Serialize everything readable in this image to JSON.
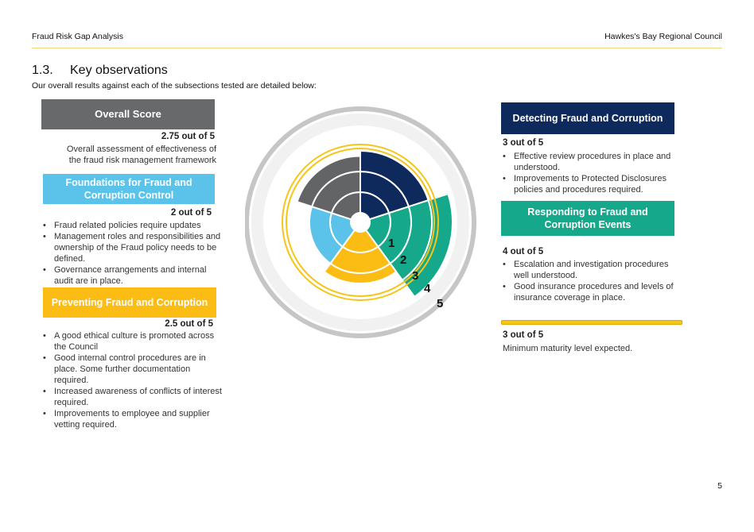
{
  "header": {
    "left": "Fraud Risk Gap Analysis",
    "right": "Hawkes's Bay Regional Council"
  },
  "section": {
    "number": "1.3.",
    "title": "Key observations"
  },
  "intro": "Our overall results against each of the subsections tested are detailed below:",
  "overall": {
    "title": "Overall Score",
    "score": "2.75 out of 5",
    "desc": [
      "Overall assessment of effectiveness of",
      "the fraud risk management framework"
    ]
  },
  "foundations": {
    "title": "Foundations for Fraud and Corruption Control",
    "score": "2 out of 5",
    "bullets": [
      "Fraud related policies require updates",
      "Management roles and responsibilities and ownership of the Fraud policy needs to be defined.",
      "Governance arrangements and internal audit are in place."
    ]
  },
  "preventing": {
    "title": "Preventing Fraud and Corruption",
    "score": "2.5 out of 5",
    "bullets": [
      "A good ethical culture is promoted across the Council",
      "Good internal control procedures are in place. Some further documentation required.",
      "Increased awareness of conflicts of interest required.",
      "Improvements to employee and supplier vetting required."
    ]
  },
  "detecting": {
    "title": "Detecting Fraud and Corruption",
    "score": "3 out of 5",
    "bullets": [
      "Effective review procedures in place and understood.",
      "Improvements to Protected Disclosures policies and procedures required."
    ]
  },
  "responding": {
    "title": "Responding to Fraud and Corruption Events",
    "score": "4 out of 5",
    "bullets": [
      "Escalation and investigation procedures well understood.",
      "Good insurance procedures and levels of insurance coverage in place."
    ]
  },
  "minimum": {
    "score": "3 out of 5",
    "desc": "Minimum maturity level expected."
  },
  "chart": {
    "ring_labels": [
      "1",
      "2",
      "3",
      "4",
      "5"
    ],
    "segments": [
      {
        "name": "detecting",
        "value": 3,
        "color": "#0e2a5c"
      },
      {
        "name": "responding",
        "value": 4,
        "color": "#16a88a"
      },
      {
        "name": "preventing",
        "value": 2.5,
        "color": "#fbbc14"
      },
      {
        "name": "foundations",
        "value": 2,
        "color": "#5bc2ea"
      },
      {
        "name": "overall",
        "value": 2.75,
        "color": "#636466"
      }
    ],
    "minimum_level": 3
  },
  "page_number": "5",
  "colors": {
    "overall": "#67696b",
    "foundations": "#5bc2ea",
    "preventing": "#fbbc14",
    "detecting": "#0e2a5c",
    "responding": "#16a88a",
    "minimum": "#f5c518"
  }
}
